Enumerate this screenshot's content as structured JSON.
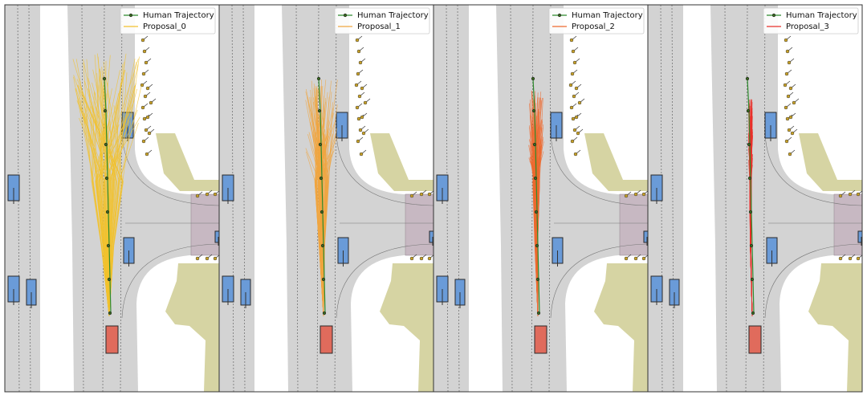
{
  "figure": {
    "panels": [
      {
        "legend": {
          "human_label": "Human Trajectory",
          "proposal_label": "Proposal_0"
        },
        "proposal_color": "#f2c12e",
        "proposal_spread": 1.0
      },
      {
        "legend": {
          "human_label": "Human Trajectory",
          "proposal_label": "Proposal_1"
        },
        "proposal_color": "#f0a640",
        "proposal_spread": 0.45
      },
      {
        "legend": {
          "human_label": "Human Trajectory",
          "proposal_label": "Proposal_2"
        },
        "proposal_color": "#ee6a2f",
        "proposal_spread": 0.22
      },
      {
        "legend": {
          "human_label": "Human Trajectory",
          "proposal_label": "Proposal_3"
        },
        "proposal_color": "#e8302a",
        "proposal_spread": 0.06
      }
    ],
    "colors": {
      "road": "#d3d3d3",
      "walkway": "#d6d4a3",
      "crosswalk": "#c7b8c2",
      "vehicle": "#6a9bd8",
      "ego_vehicle": "#e06b5c",
      "human_trajectory": "#2e8b2e"
    }
  }
}
